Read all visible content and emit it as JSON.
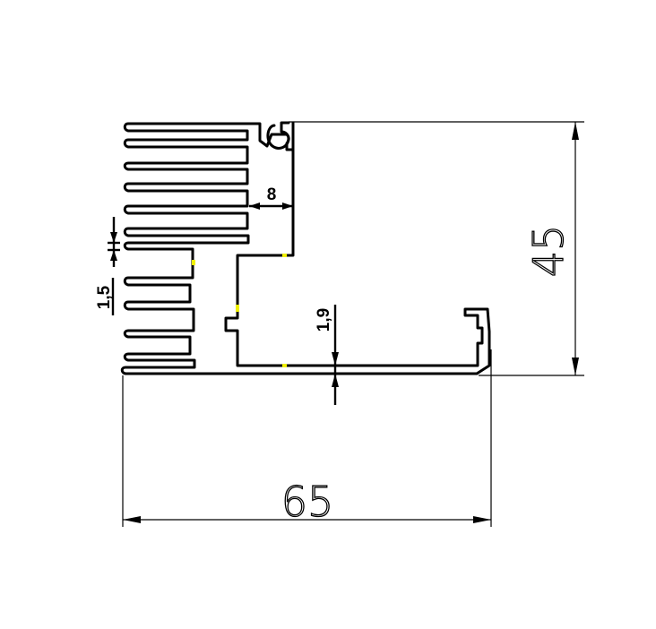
{
  "dimensions": {
    "overall_height": "45",
    "overall_width": "65",
    "fin_gap": "8",
    "fin_thickness": "1,5",
    "base_thickness": "1,9"
  },
  "colors": {
    "outline": "#000000",
    "marker": "#f0f000",
    "background": "#ffffff"
  }
}
